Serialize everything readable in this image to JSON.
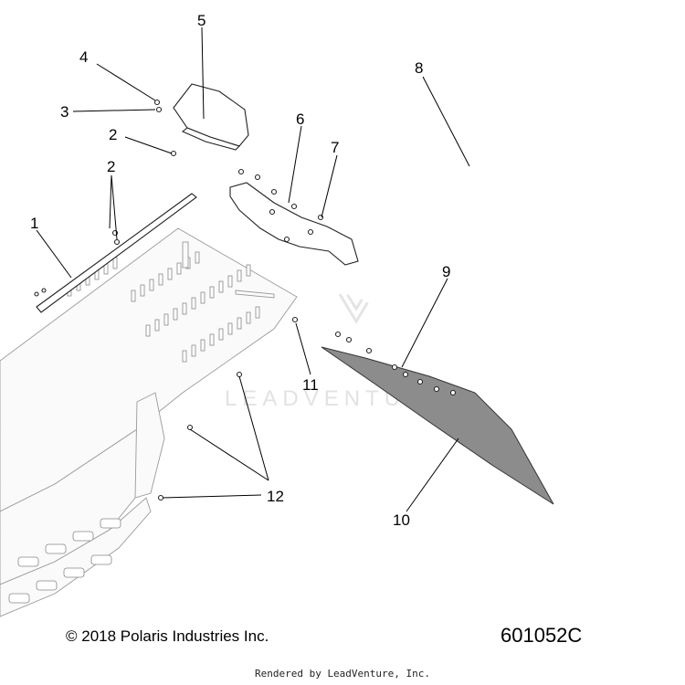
{
  "callouts": {
    "c1": "1",
    "c2a": "2",
    "c2b": "2",
    "c3": "3",
    "c4": "4",
    "c5": "5",
    "c6": "6",
    "c7": "7",
    "c8": "8",
    "c9": "9",
    "c10": "10",
    "c11": "11",
    "c12": "12"
  },
  "watermark": "LEADVENTURE",
  "footer": {
    "copyright": "© 2018 Polaris Industries Inc.",
    "part_number": "601052C",
    "rendered_by": "Rendered by LeadVenture, Inc."
  }
}
